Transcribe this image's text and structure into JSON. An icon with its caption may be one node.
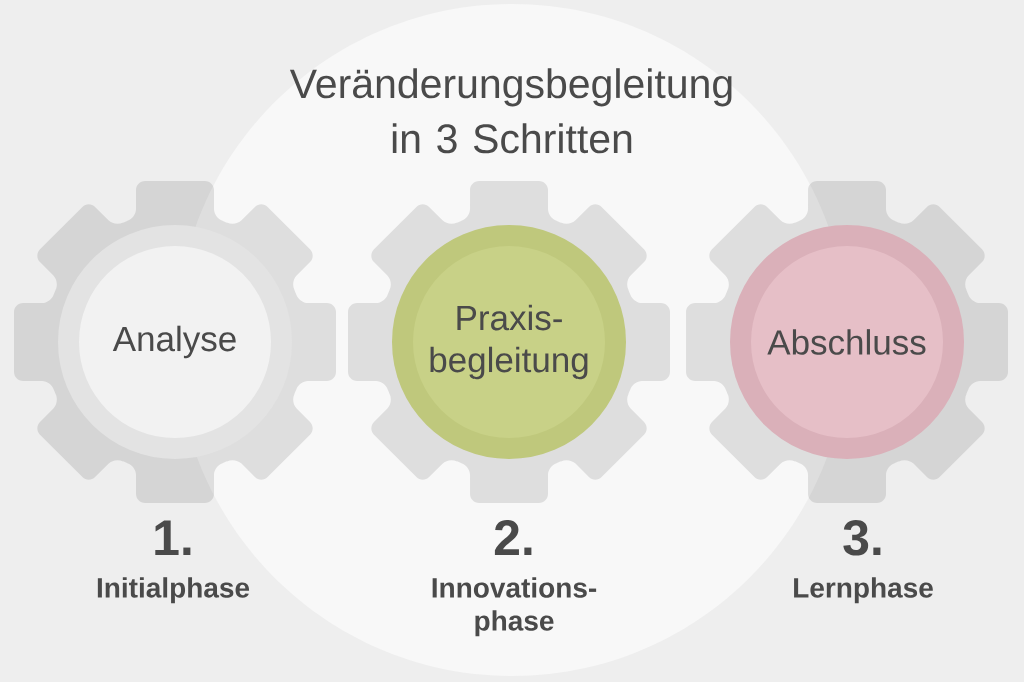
{
  "diagram": {
    "title": "Veränderungsbegleitung in 3 Schritten",
    "nodes": [
      {
        "text": [
          "Analyse"
        ],
        "beside": [
          "1.",
          "Initialphase"
        ]
      },
      {
        "text": [
          "Praxis- begleitung"
        ],
        "beside": [
          "2.",
          "Innovations- phase"
        ]
      },
      {
        "text": [
          "Abschluss"
        ],
        "beside": [
          "3.",
          "Lernphase"
        ]
      }
    ]
  }
}
